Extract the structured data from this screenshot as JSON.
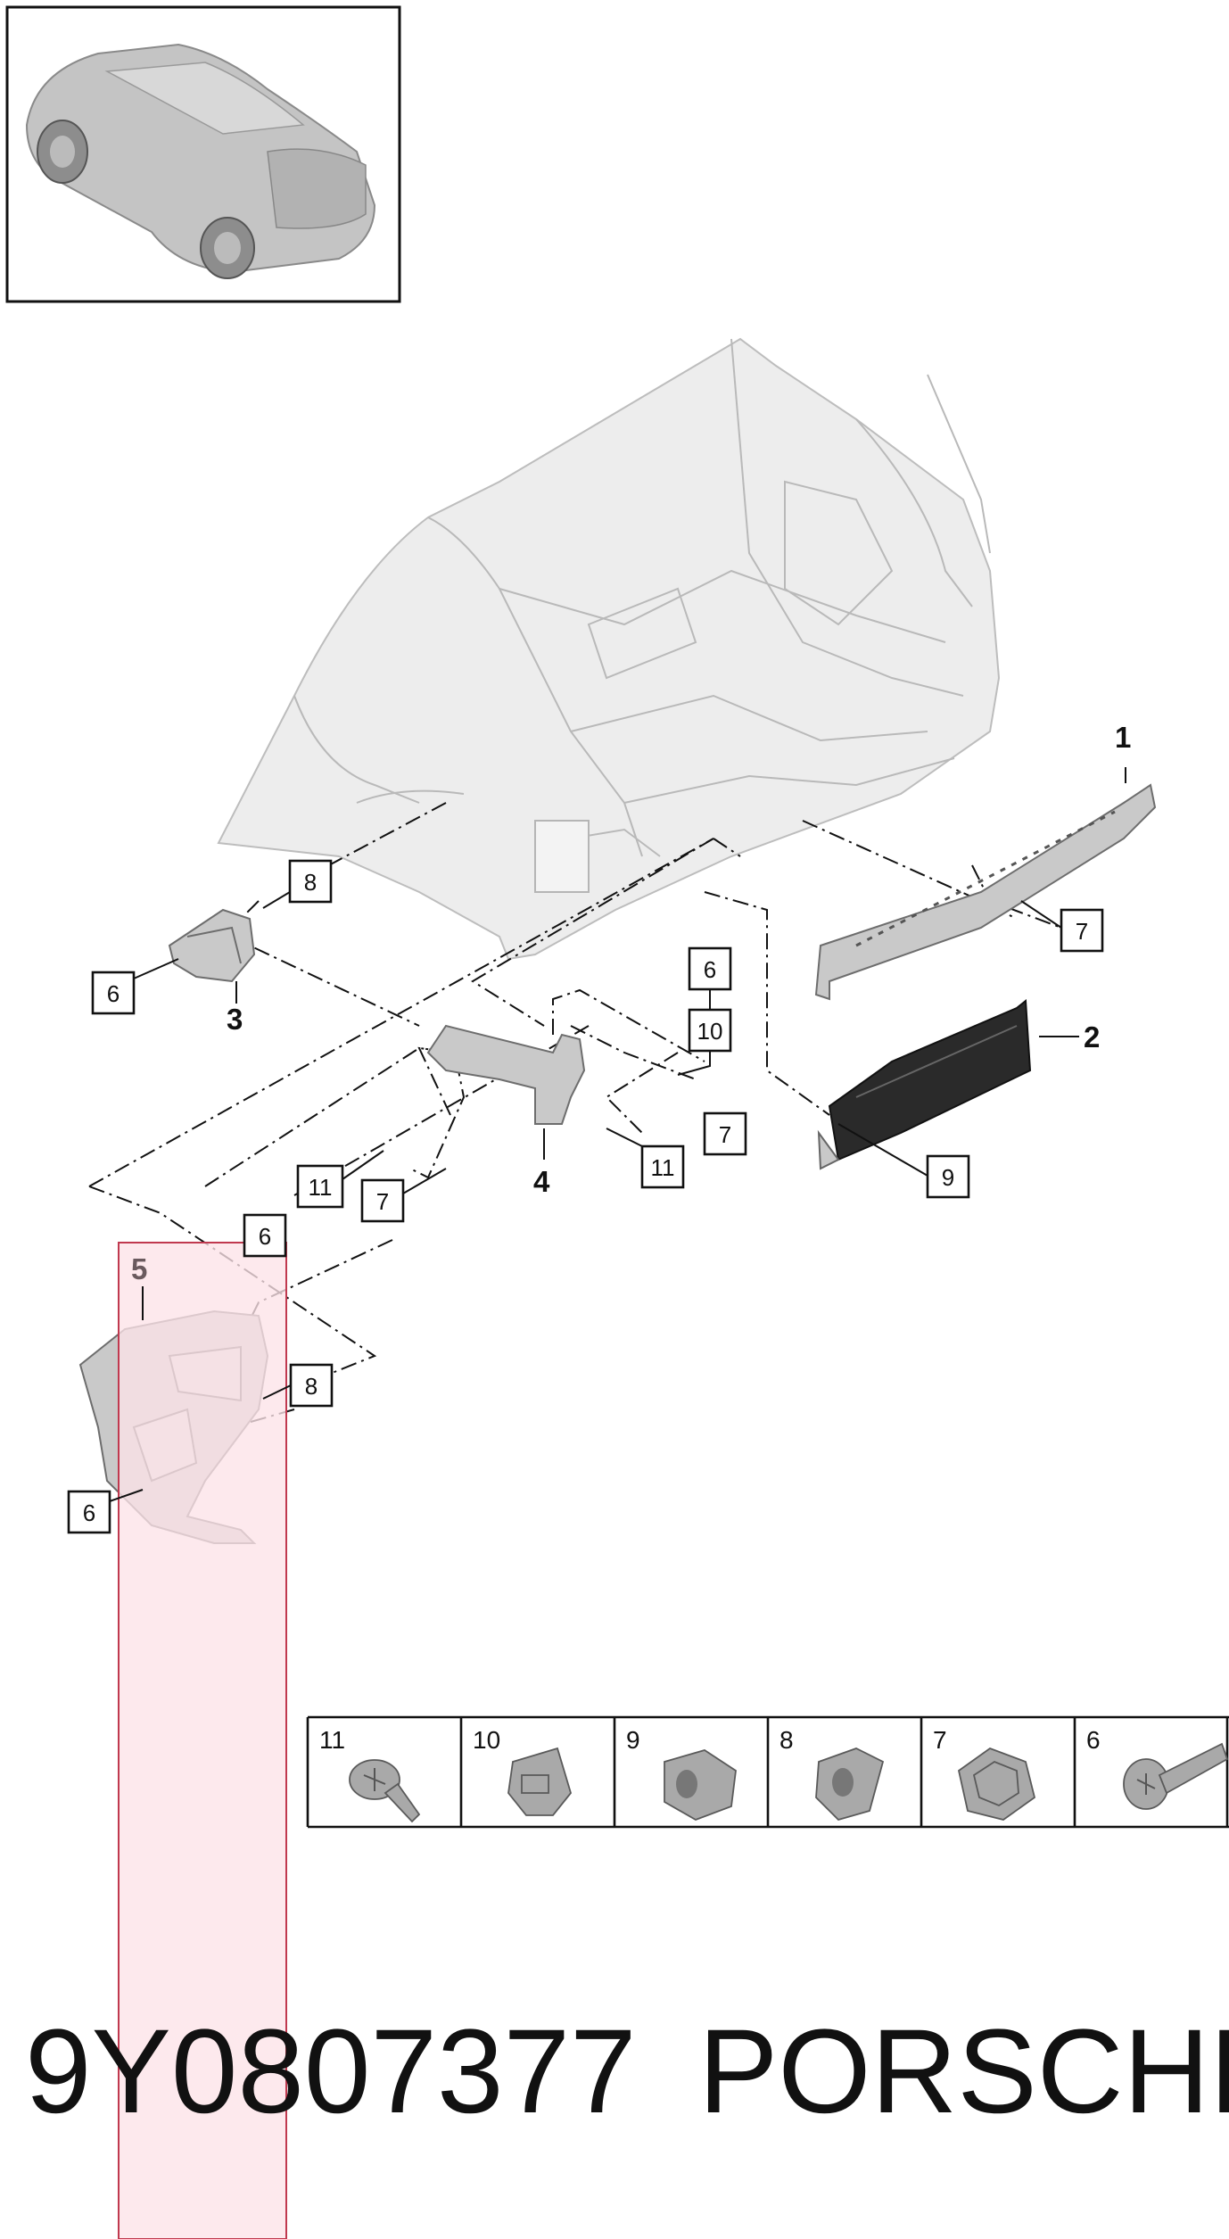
{
  "callouts": {
    "c8_top": "8",
    "c6_left": "6",
    "c6_mid": "6",
    "c10": "10",
    "c7_right": "7",
    "c7_mid": "7",
    "c11_mid": "11",
    "c11_left": "11",
    "c7_left": "7",
    "c6_low": "6",
    "c8_low": "8",
    "c6_bottom": "6",
    "c9": "9"
  },
  "parts": {
    "p1": "1",
    "p2": "2",
    "p3": "3",
    "p4": "4",
    "p5": "5"
  },
  "fastener_table": [
    {
      "number": "11",
      "icon": "self-tapping-screw-icon"
    },
    {
      "number": "10",
      "icon": "expansion-clip-icon"
    },
    {
      "number": "9",
      "icon": "hex-nut-icon"
    },
    {
      "number": "8",
      "icon": "spring-nut-icon"
    },
    {
      "number": "7",
      "icon": "flange-nut-icon"
    },
    {
      "number": "6",
      "icon": "torx-bolt-icon"
    }
  ],
  "caption": {
    "part_code": "9Y0807377",
    "brand": "PORSCHE"
  },
  "colors": {
    "highlight": "#fde3e8",
    "highlight_border": "#c0394f",
    "line": "#111111",
    "body": "#ededed"
  }
}
